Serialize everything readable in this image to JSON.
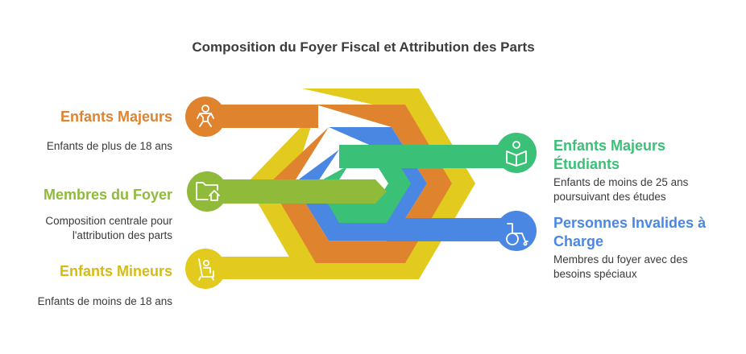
{
  "title": "Composition du Foyer Fiscal et Attribution des Parts",
  "colors": {
    "yellow": "#E2CB1E",
    "orange": "#E0832F",
    "blue": "#4A87E3",
    "green": "#3BC077",
    "lime": "#8FBA3A",
    "text": "#3C3C3C"
  },
  "items": {
    "majeurs": {
      "title": "Enfants Majeurs",
      "desc": "Enfants de plus de 18 ans",
      "color": "#E0832F",
      "icon": "child-jumping-icon"
    },
    "foyer": {
      "title": "Membres du Foyer",
      "desc_line1": "Composition centrale pour",
      "desc_line2": "l'attribution des parts",
      "color": "#8FBA3A",
      "icon": "home-folder-icon"
    },
    "mineurs": {
      "title": "Enfants Mineurs",
      "desc": "Enfants de moins de 18 ans",
      "color": "#E2CB1E",
      "icon": "child-car-seat-icon"
    },
    "etudiants": {
      "title_line1": "Enfants Majeurs",
      "title_line2": "Étudiants",
      "desc_line1": "Enfants de moins de 25 ans",
      "desc_line2": "poursuivant des études",
      "color": "#3BC077",
      "icon": "student-reading-icon"
    },
    "invalides": {
      "title_line1": "Personnes Invalides à",
      "title_line2": "Charge",
      "desc_line1": "Membres du foyer avec des",
      "desc_line2": "besoins spéciaux",
      "color": "#4A87E3",
      "icon": "wheelchair-icon"
    }
  }
}
